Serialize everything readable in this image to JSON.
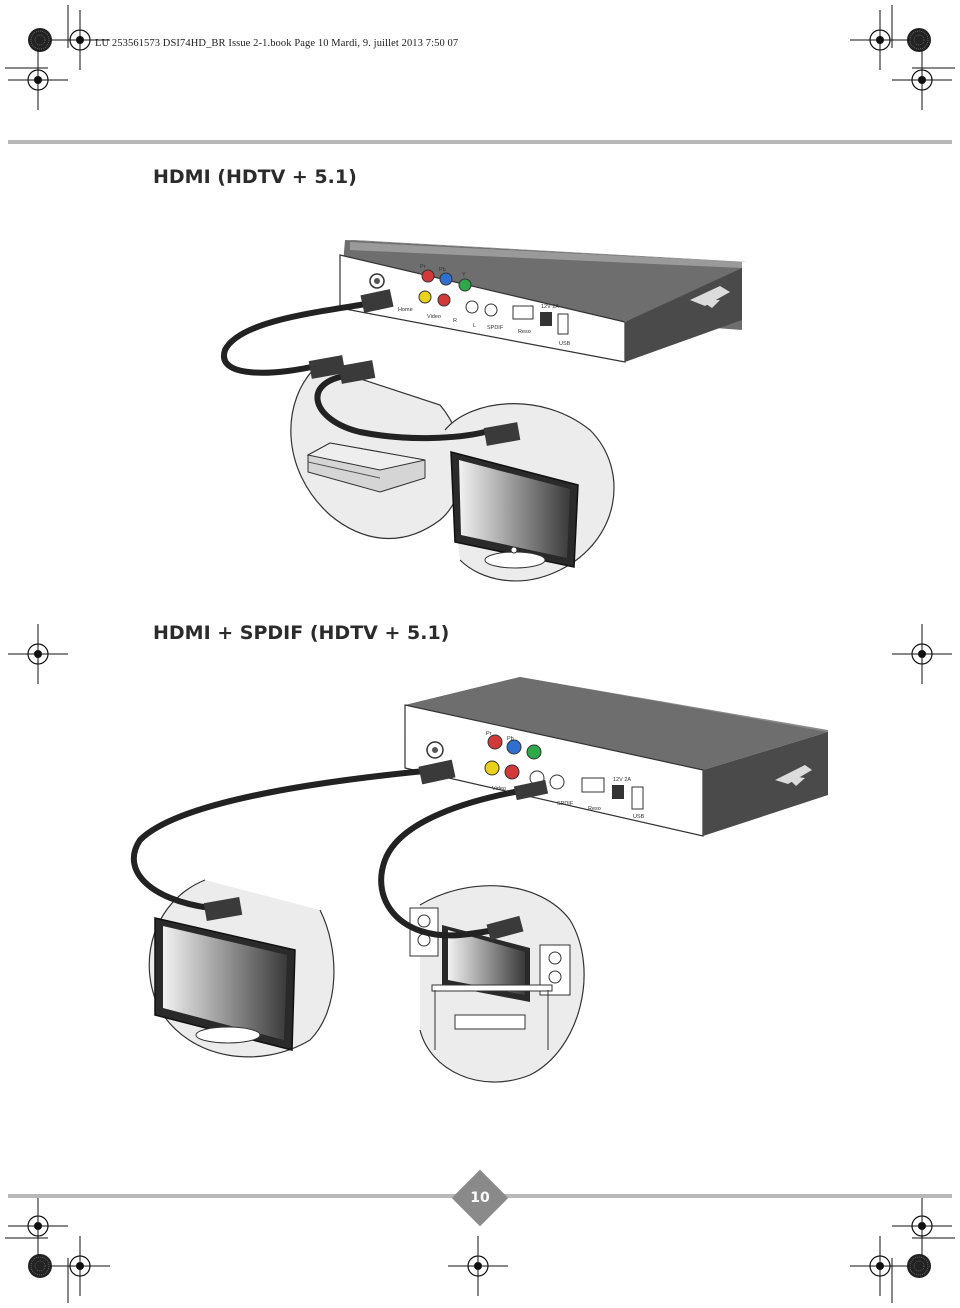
{
  "header": {
    "slug": "LU 253561573 DSI74HD_BR Issue 2-1.book  Page 10  Mardi, 9. juillet 2013  7:50 07"
  },
  "sections": [
    {
      "title": "HDMI (HDTV + 5.1)"
    },
    {
      "title": "HDMI + SPDIF (HDTV + 5.1)"
    }
  ],
  "port_labels": {
    "pr": "Pr",
    "pb": "Pb",
    "y": "Y",
    "video": "Video",
    "r": "R",
    "l": "L",
    "spdif": "SPDIF",
    "reseau": "Reso",
    "usb": "USB",
    "power": "12V 2A",
    "hdmi": "Home"
  },
  "footer": {
    "page_number": "10"
  },
  "colors": {
    "rule": "#b8b8b8",
    "badge": "#8a8a8a",
    "cable": "#2a2a2a",
    "box_top": "#6e6e6e",
    "box_side": "#4a4a4a",
    "port_pr": "#d23a3a",
    "port_pb": "#2f6fd0",
    "port_y": "#2ea84a",
    "port_video": "#e8d21e"
  }
}
